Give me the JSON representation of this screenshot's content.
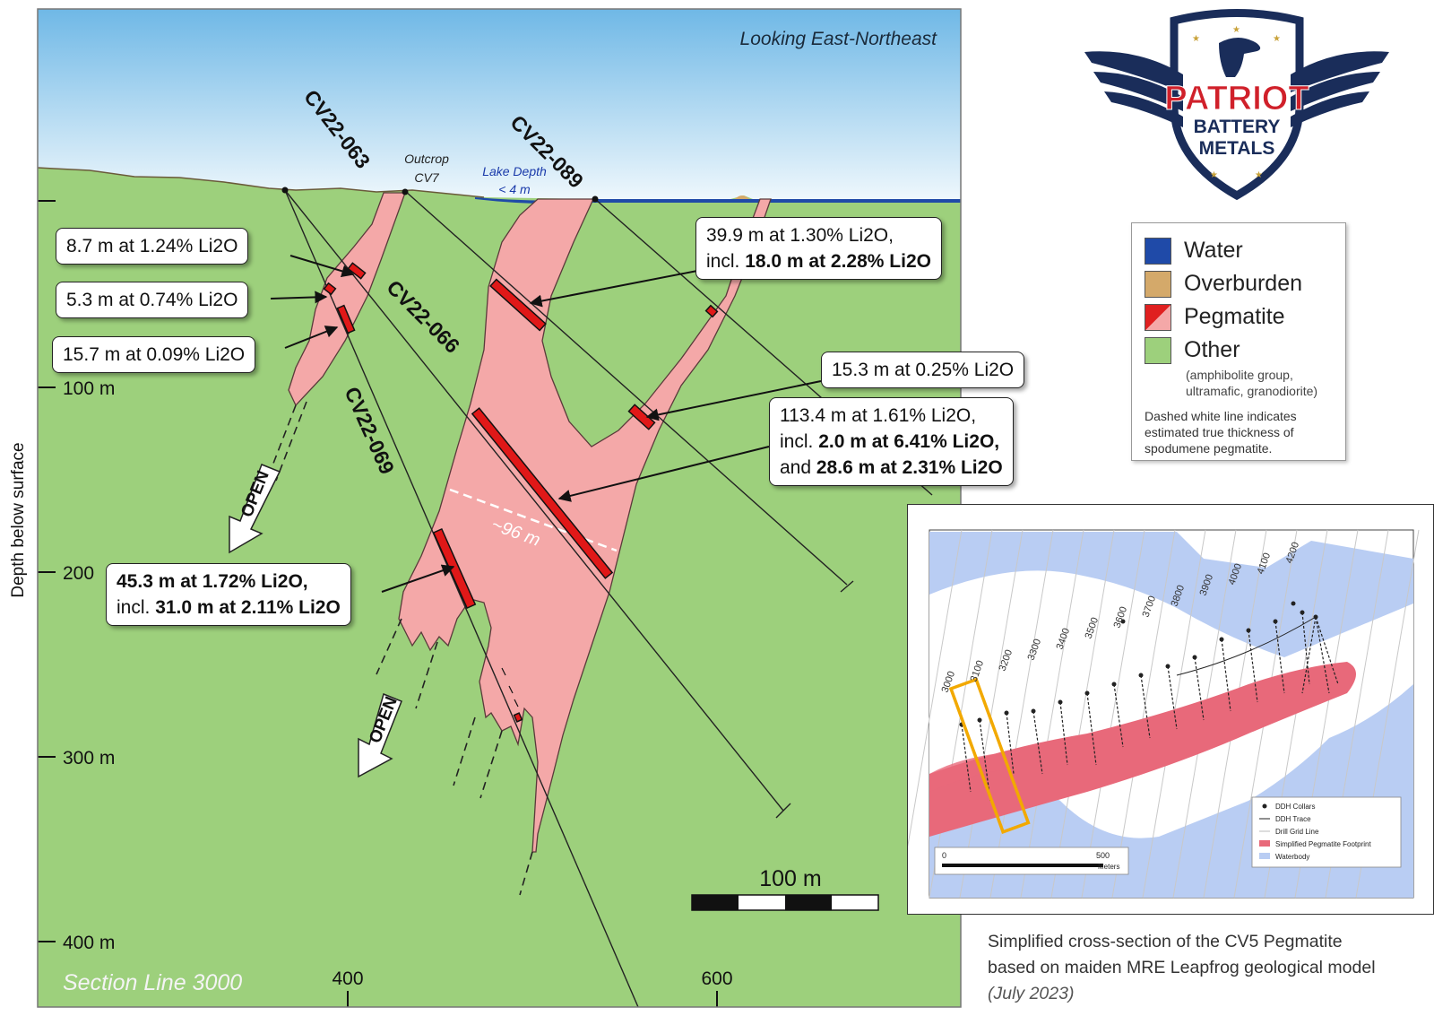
{
  "view_direction": "Looking East-Northeast",
  "section_line": "Section Line 3000",
  "y_axis_label": "Depth below surface",
  "depth_ticks": [
    "100 m",
    "200",
    "300 m",
    "400 m"
  ],
  "easting_ticks": [
    "400",
    "600"
  ],
  "scale_bar_label": "100 m",
  "surface_labels": {
    "outcrop_line1": "Outcrop",
    "outcrop_line2": "CV7",
    "lake_line1": "Lake Depth",
    "lake_line2": "< 4 m"
  },
  "drill_holes": [
    "CV22-063",
    "CV22-089",
    "CV22-066",
    "CV22-069"
  ],
  "open_labels": [
    "OPEN",
    "OPEN"
  ],
  "true_thickness_label": "~96 m",
  "callouts": {
    "c1": "8.7 m at 1.24% Li2O",
    "c2": "5.3 m at 0.74% Li2O",
    "c3": "15.7 m at 0.09% Li2O",
    "c4_line1": "39.9 m at 1.30% Li2O,",
    "c4_prefix": "incl. ",
    "c4_bold": "18.0 m at 2.28% Li2O",
    "c5": "15.3 m at 0.25% Li2O",
    "c6_line1": "113.4 m at 1.61% Li2O,",
    "c6_prefix": "incl. ",
    "c6_bold1": "2.0 m at 6.41% Li2O,",
    "c6_line3_prefix": "and ",
    "c6_bold2": "28.6 m at 2.31% Li2O",
    "c7_line1": "45.3 m at 1.72% Li2O,",
    "c7_prefix": "incl. ",
    "c7_bold": "31.0 m at 2.11% Li2O"
  },
  "legend": {
    "items": [
      {
        "label": "Water",
        "color": "#1f4aa8"
      },
      {
        "label": "Overburden",
        "color": "#d4a96a"
      },
      {
        "label": "Pegmatite",
        "color": "#e02020"
      },
      {
        "label": "Other",
        "color": "#9dd07c"
      }
    ],
    "other_sub": "(amphibolite group, ultramafic, granodiorite)",
    "note": "Dashed white line indicates estimated true thickness of spodumene pegmatite."
  },
  "logo": {
    "line1": "PATRIOT",
    "line2": "BATTERY",
    "line3": "METALS"
  },
  "caption": {
    "line1": "Simplified cross-section of the CV5 Pegmatite",
    "line2": "based on maiden MRE Leapfrog geological model",
    "line3": "(July 2023)"
  },
  "inset": {
    "grid_lines": [
      "3000",
      "3100",
      "3200",
      "3300",
      "3400",
      "3500",
      "3600",
      "3700",
      "3800",
      "3900",
      "4000",
      "4100",
      "4200"
    ],
    "legend": [
      "DDH Collars",
      "DDH Trace",
      "Drill Grid Line",
      "Simplified Pegmatite Footprint",
      "Waterbody"
    ],
    "scale_left": "0",
    "scale_right": "500",
    "scale_unit": "Meters"
  },
  "colors": {
    "sky_top": "#6fb8e6",
    "sky_bottom": "#e9f5fc",
    "ground": "#9dd07c",
    "pegmatite": "#f4a8a8",
    "intercept": "#e01818",
    "water": "#1f4aa8",
    "highlight": "#f2a900"
  }
}
